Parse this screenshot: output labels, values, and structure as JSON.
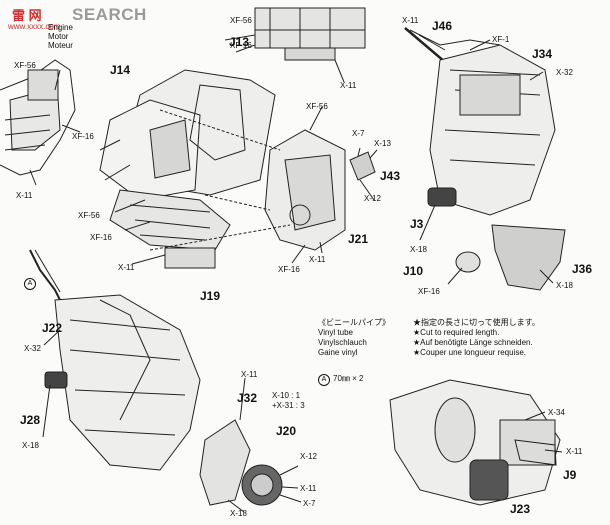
{
  "watermark": {
    "logo": "雷 网",
    "sub": "www.xxxx.com",
    "text": "SEARCH"
  },
  "engine_title": [
    "Engine",
    "Motor",
    "Moteur"
  ],
  "parts": {
    "j13": "J13",
    "j14": "J14",
    "j19": "J19",
    "j21": "J21",
    "j43": "J43",
    "j46": "J46",
    "j34": "J34",
    "j3": "J3",
    "j10": "J10",
    "j36": "J36",
    "j22": "J22",
    "j28": "J28",
    "j32": "J32",
    "j20": "J20",
    "j9": "J9",
    "j23": "J23"
  },
  "labels": {
    "xf56_a": "XF-56",
    "xf16_a": "XF-16",
    "x11_a": "X-11",
    "xf56_b": "XF-56",
    "xf16_b": "XF-16",
    "x11_b": "X-11",
    "xf56_c": "XF-56",
    "xf16_c": "XF-16",
    "x11_c": "X-11",
    "xf56_d": "XF-56",
    "xf16_d": "XF-16",
    "x11_d": "X-11",
    "x7_a": "X-7",
    "x13": "X-13",
    "x12_a": "X-12",
    "x11_e": "X-11",
    "xf1": "XF-1",
    "x32_a": "X-32",
    "x18_a": "X-18",
    "xf16_e": "XF-16",
    "x18_b": "X-18",
    "x32_b": "X-32",
    "x18_c": "X-18",
    "x11_f": "X-11",
    "x18_d": "X-18",
    "x10": "X-10 : 1",
    "x31": "+X-31 : 3",
    "x12_b": "X-12",
    "x11_g": "X-11",
    "x7_b": "X-7",
    "x34": "X-34",
    "x11_h": "X-11",
    "circle_a": "A"
  },
  "note": {
    "jp_left": "《ビニールパイプ》",
    "jp_right": "★指定の長さに切って使用します。",
    "en_left": "Vinyl tube",
    "en_right": "★Cut to required length.",
    "de_left": "Vinylschlauch",
    "de_right": "★Auf benötigte Länge schneiden.",
    "fr_left": "Gaine vinyl",
    "fr_right": "★Couper une longueur requise."
  },
  "tube": {
    "mark": "A",
    "spec": "70㎜ × 2"
  }
}
